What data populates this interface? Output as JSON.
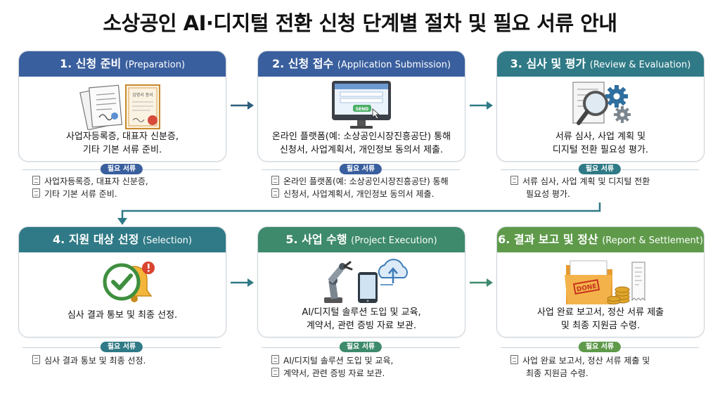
{
  "title": "소상공인 AI·디지털 전환 신청 단계별 절차 및 필요 서류 안내",
  "docs_badge_label": "필요 서류",
  "steps": [
    {
      "title": "1. 신청 준비",
      "title_en": "(Preparation)",
      "color": "#3a5f9e",
      "desc1": "사업자등록증, 대표자 신분증,",
      "desc2": "기타 기본 서류 준비.",
      "doc1": "사업자등록증, 대표자 신분증,",
      "doc2": "기타 기본 서류 준비.",
      "icon": "documents-certificate-icon",
      "certificate_text": "임명서 증서"
    },
    {
      "title": "2. 신청 접수",
      "title_en": "(Application Submission)",
      "color": "#3a5f9e",
      "desc1": "온라인 플랫폼(예: 소상공인시장진흥공단) 통해",
      "desc2": "신청서, 사업계획서, 개인정보 동의서 제출.",
      "doc1": "온라인 플랫폼(예: 소상공인시장진흥공단) 통해",
      "doc2": "신청서, 사업계획서, 개인정보 동의서 제출.",
      "icon": "monitor-send-icon",
      "screen_button_text": "SEND"
    },
    {
      "title": "3. 심사 및 평가",
      "title_en": "(Review & Evaluation)",
      "color": "#2f7a86",
      "desc1": "서류 심사, 사업 계획 및",
      "desc2": "디지털 전환 필요성 평가.",
      "doc1": "서류 심사, 사업 계획 및 디지털 전환",
      "doc2": "필요성 평가.",
      "icon": "magnifier-gears-icon"
    },
    {
      "title": "4. 지원 대상 선정",
      "title_en": "(Selection)",
      "color": "#2f7a86",
      "desc1": "심사 결과 통보 및 최종 선정.",
      "desc2": "",
      "doc1": "심사 결과 통보 및 최종 선정.",
      "doc2": "",
      "icon": "check-bell-icon"
    },
    {
      "title": "5. 사업 수행",
      "title_en": "(Project Execution)",
      "color": "#3d8a6c",
      "desc1": "AI/디지털 솔루션 도입 및 교육,",
      "desc2": "계약서, 관련 증빙 자료 보관.",
      "doc1": "AI/디지털 솔루션 도입 및 교육,",
      "doc2": "계약서, 관련 증빙 자료 보관.",
      "icon": "robot-arm-cloud-icon"
    },
    {
      "title": "6. 결과 보고 및 정산",
      "title_en": "(Report & Settlement)",
      "color": "#5e9a4a",
      "desc1": "사업 완료 보고서, 정산 서류 제출",
      "desc2": "및 최종 지원금 수령.",
      "doc1": "사업 완료 보고서, 정산 서류 제출 및",
      "doc2": "최종 지원금 수령.",
      "icon": "folder-coins-receipt-icon",
      "stamp_text": "DONE"
    }
  ]
}
